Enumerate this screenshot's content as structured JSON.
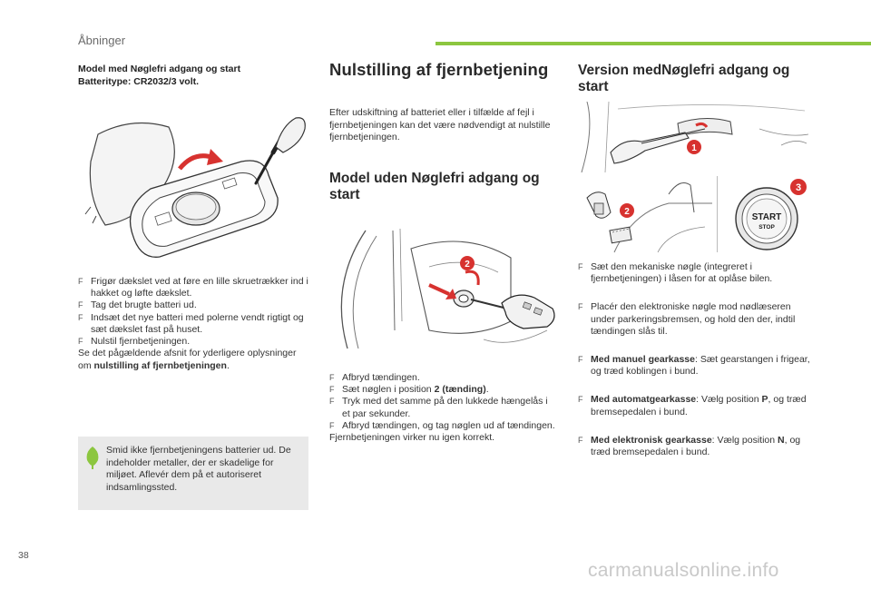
{
  "header": {
    "section": "Åbninger"
  },
  "page_number": "38",
  "watermark": "carmanualsonline.info",
  "left": {
    "intro_line1": "Model med Nøglefri adgang og start",
    "intro_line2": "Batteritype: CR2032/3 volt.",
    "bullets": [
      "Frigør dækslet ved at føre en lille skruetrækker ind i hakket og løfte dækslet.",
      "Tag det brugte batteri ud.",
      "Indsæt det nye batteri med polerne vendt rigtigt og sæt dækslet fast på huset.",
      "Nulstil fjernbetjeningen."
    ],
    "outro_text": "Se det pågældende afsnit for yderligere oplysninger om ",
    "outro_bold": "nulstilling af fjernbetjeningen",
    "outro_end": ".",
    "note": "Smid ikke fjernbetjeningens batterier ud. De indeholder metaller, der er skadelige for miljøet. Aflevér dem på et autoriseret indsamlingssted."
  },
  "middle": {
    "title": "Nulstilling af fjernbetjening",
    "intro": "Efter udskiftning af batteriet eller i tilfælde af fejl i fjernbetjeningen kan det være nødvendigt at nulstille fjernbetjeningen.",
    "subtitle": "Model uden Nøglefri adgang og start",
    "bullets": [
      {
        "text": "Afbryd tændingen."
      },
      {
        "text": "Sæt nøglen i position ",
        "bold": "2 (tænding)",
        "end": "."
      },
      {
        "text": "Tryk med det samme på den lukkede hængelås i et par sekunder."
      },
      {
        "text": "Afbryd tændingen, og tag nøglen ud af tændingen."
      }
    ],
    "outro": "Fjernbetjeningen virker nu igen korrekt."
  },
  "right": {
    "subtitle": "Version medNøglefri adgang og start",
    "bullets": [
      {
        "text": "Sæt den mekaniske nøgle (integreret i fjernbetjeningen) i låsen for at oplåse bilen."
      },
      {
        "text": "Placér den elektroniske nøgle mod nødlæseren under parkeringsbremsen, og hold den der, indtil tændingen slås til."
      },
      {
        "bold": "Med manuel gearkasse",
        "text": ": Sæt gearstangen i frigear, og træd koblingen i bund."
      },
      {
        "bold": "Med automatgearkasse",
        "text": ": Vælg position ",
        "bold2": "P",
        "end": ", og træd bremsepedalen i bund."
      },
      {
        "bold": "Med elektronisk gearkasse",
        "text": ": Vælg position ",
        "bold2": "N",
        "end": ", og træd bremsepedalen i bund."
      }
    ]
  },
  "figures": {
    "marker": "F",
    "callout_1": "1",
    "callout_2": "2",
    "callout_3": "3",
    "start_line1": "START",
    "start_line2": "STOP",
    "colors": {
      "accent": "#8cc63f",
      "callout": "#d7322f",
      "note_bg": "#e9e9e9"
    }
  }
}
